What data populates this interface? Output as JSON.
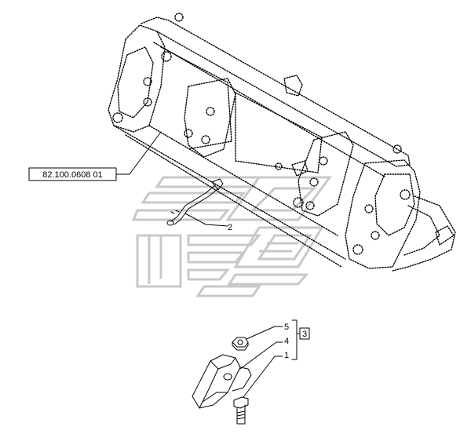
{
  "callouts": {
    "assembly_ref": "82.100.0608 01",
    "item_2": "2",
    "item_5": "5",
    "item_4": "4",
    "item_1": "1",
    "kit_3": "3"
  },
  "icons": {
    "bucket": "loader-bucket-frame",
    "pipe": "hydraulic-pipe",
    "tooth": "bucket-tooth",
    "bolt": "bolt",
    "nut": "nut",
    "logo": "manufacturer-watermark-logo"
  }
}
